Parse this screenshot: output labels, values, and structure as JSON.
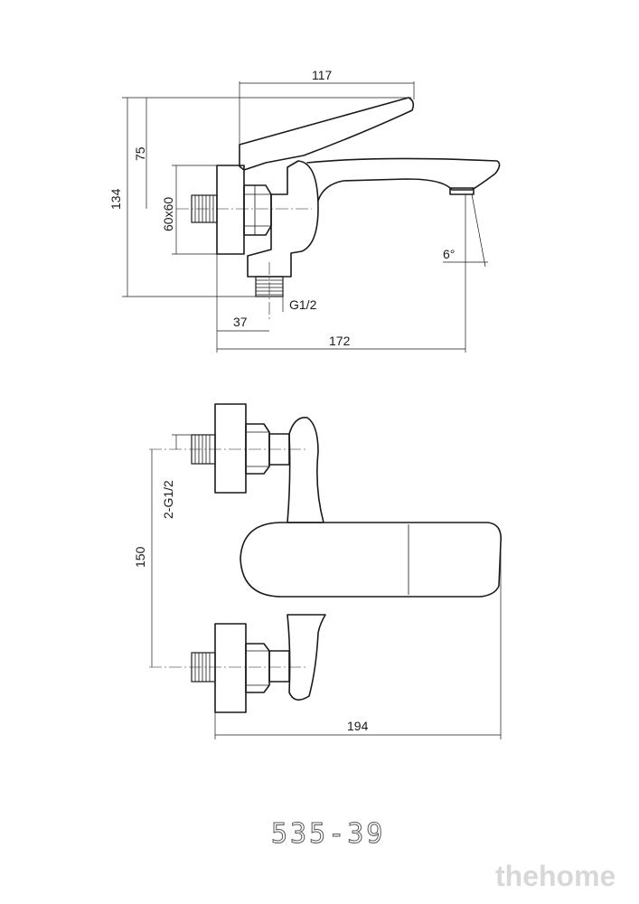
{
  "dimensions": {
    "top_width_117": "117",
    "height_75": "75",
    "height_134": "134",
    "flange_60x60": "60x60",
    "outlet_thread": "G1/2",
    "depth_37": "37",
    "depth_172": "172",
    "spout_angle": "6°",
    "inlet_threads": "2-G1/2",
    "inlet_spacing": "150",
    "total_width_194": "194"
  },
  "model_number": "535-39",
  "watermark": "thehome"
}
